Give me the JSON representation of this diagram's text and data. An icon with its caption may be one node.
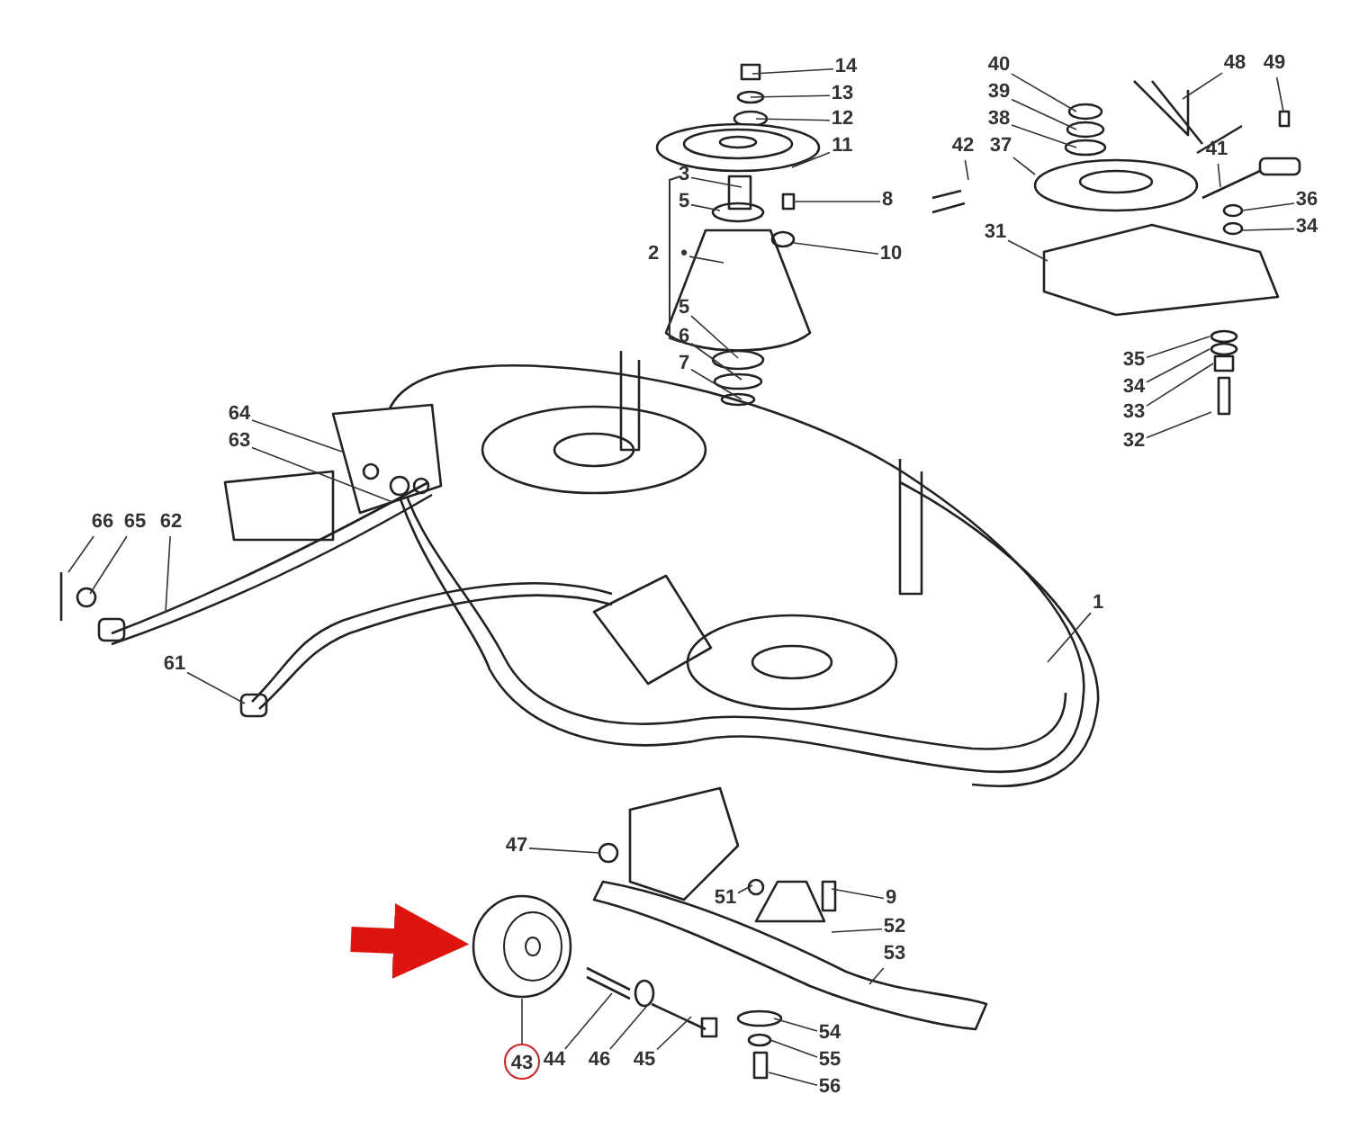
{
  "diagram": {
    "nodes": [
      {
        "text": [
          "14"
        ]
      },
      {
        "text": [
          "13"
        ]
      },
      {
        "text": [
          "12"
        ]
      },
      {
        "text": [
          "11"
        ]
      },
      {
        "text": [
          "3"
        ]
      },
      {
        "text": [
          "5"
        ]
      },
      {
        "text": [
          "8"
        ]
      },
      {
        "text": [
          "•"
        ]
      },
      {
        "text": [
          "10"
        ]
      },
      {
        "text": [
          "5"
        ]
      },
      {
        "text": [
          "6"
        ]
      },
      {
        "text": [
          "7"
        ]
      },
      {
        "text": [
          "40"
        ]
      },
      {
        "text": [
          "39"
        ]
      },
      {
        "text": [
          "38"
        ]
      },
      {
        "text": [
          "37"
        ]
      },
      {
        "text": [
          "42"
        ]
      },
      {
        "text": [
          "48"
        ]
      },
      {
        "text": [
          "49"
        ]
      },
      {
        "text": [
          "41"
        ]
      },
      {
        "text": [
          "36"
        ]
      },
      {
        "text": [
          "34"
        ]
      },
      {
        "text": [
          "31"
        ]
      },
      {
        "text": [
          "35"
        ]
      },
      {
        "text": [
          "34"
        ]
      },
      {
        "text": [
          "33"
        ]
      },
      {
        "text": [
          "32"
        ]
      },
      {
        "text": [
          "64"
        ]
      },
      {
        "text": [
          "63"
        ]
      },
      {
        "text": [
          "66"
        ]
      },
      {
        "text": [
          "65"
        ]
      },
      {
        "text": [
          "62"
        ]
      },
      {
        "text": [
          "61"
        ]
      },
      {
        "text": [
          "1"
        ]
      },
      {
        "text": [
          "47"
        ]
      },
      {
        "text": [
          "51"
        ]
      },
      {
        "text": [
          "9"
        ]
      },
      {
        "text": [
          "52"
        ]
      },
      {
        "text": [
          "53"
        ]
      },
      {
        "text": [
          "54"
        ]
      },
      {
        "text": [
          "55"
        ]
      },
      {
        "text": [
          "56"
        ]
      },
      {
        "text": [],
        "shape": "picture"
      },
      {
        "text": [
          "43"
        ]
      },
      {
        "text": [
          "44"
        ]
      },
      {
        "text": [
          "46"
        ]
      },
      {
        "text": [
          "45"
        ]
      }
    ],
    "edges": [
      {
        "from": 0,
        "to": null,
        "arrow": "none"
      },
      {
        "from": 1,
        "to": null,
        "arrow": "none"
      },
      {
        "from": 2,
        "to": null,
        "arrow": "none"
      },
      {
        "from": 3,
        "to": null,
        "arrow": "none"
      },
      {
        "from": 4,
        "to": null,
        "arrow": "none"
      },
      {
        "from": 5,
        "to": null,
        "arrow": "none"
      },
      {
        "from": 6,
        "to": null,
        "arrow": "none"
      },
      {
        "from": 7,
        "to": null,
        "arrow": "none"
      },
      {
        "from": 8,
        "to": null,
        "arrow": "none"
      },
      {
        "from": 9,
        "to": null,
        "arrow": "none"
      },
      {
        "from": 10,
        "to": null,
        "arrow": "none"
      },
      {
        "from": 11,
        "to": null,
        "arrow": "none"
      },
      {
        "from": 12,
        "to": null,
        "arrow": "none"
      },
      {
        "from": 13,
        "to": null,
        "arrow": "none"
      },
      {
        "from": 14,
        "to": null,
        "arrow": "none"
      },
      {
        "from": 15,
        "to": null,
        "arrow": "none"
      },
      {
        "from": 16,
        "to": null,
        "arrow": "none"
      },
      {
        "from": 17,
        "to": null,
        "arrow": "none"
      },
      {
        "from": 18,
        "to": null,
        "arrow": "none"
      },
      {
        "from": 19,
        "to": null,
        "arrow": "none"
      },
      {
        "from": 20,
        "to": null,
        "arrow": "none"
      },
      {
        "from": 21,
        "to": null,
        "arrow": "none"
      },
      {
        "from": 22,
        "to": null,
        "arrow": "none"
      },
      {
        "from": 23,
        "to": null,
        "arrow": "none"
      },
      {
        "from": 24,
        "to": null,
        "arrow": "none"
      },
      {
        "from": 25,
        "to": null,
        "arrow": "none"
      },
      {
        "from": 26,
        "to": null,
        "arrow": "none"
      },
      {
        "from": 27,
        "to": null,
        "arrow": "none"
      },
      {
        "from": 28,
        "to": null,
        "arrow": "none"
      },
      {
        "from": 29,
        "to": null,
        "arrow": "none"
      },
      {
        "from": 30,
        "to": null,
        "arrow": "none"
      },
      {
        "from": 31,
        "to": null,
        "arrow": "none"
      },
      {
        "from": 32,
        "to": null,
        "arrow": "none"
      },
      {
        "from": 33,
        "to": null,
        "arrow": "none"
      },
      {
        "from": 34,
        "to": null,
        "arrow": "none"
      },
      {
        "from": 35,
        "to": null,
        "arrow": "none"
      },
      {
        "from": 36,
        "to": null,
        "arrow": "none"
      },
      {
        "from": 37,
        "to": null,
        "arrow": "none"
      },
      {
        "from": 38,
        "to": null,
        "arrow": "none"
      },
      {
        "from": 39,
        "to": null,
        "arrow": "none"
      },
      {
        "from": 40,
        "to": null,
        "arrow": "none"
      },
      {
        "from": 41,
        "to": null,
        "arrow": "none"
      },
      {
        "from": 43,
        "to": 42,
        "arrow": "none"
      },
      {
        "from": 44,
        "to": null,
        "arrow": "none"
      },
      {
        "from": 45,
        "to": null,
        "arrow": "none"
      },
      {
        "from": 46,
        "to": null,
        "arrow": "none"
      },
      {
        "from": null,
        "to": 42,
        "arrow": "to",
        "style": "thick",
        "color": "#e0140f"
      }
    ],
    "labels": [
      "2"
    ]
  }
}
